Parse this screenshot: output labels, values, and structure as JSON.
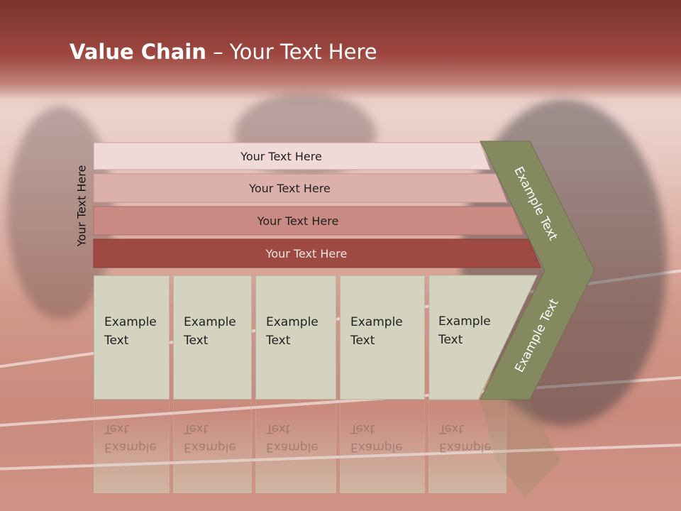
{
  "slide": {
    "title_bold": "Value Chain",
    "title_rest": " – Your Text Here",
    "side_label": "Your Text Here"
  },
  "rows": [
    {
      "label": "Your Text Here",
      "color": "#f0dad8"
    },
    {
      "label": "Your Text Here",
      "color": "#ddb1ab"
    },
    {
      "label": "Your Text Here",
      "color": "#c98a83"
    },
    {
      "label": "Your Text Here",
      "color": "#9e4a43"
    }
  ],
  "boxes": [
    {
      "line1": "Example",
      "line2": "Text"
    },
    {
      "line1": "Example",
      "line2": "Text"
    },
    {
      "line1": "Example",
      "line2": "Text"
    },
    {
      "line1": "Example",
      "line2": "Text"
    },
    {
      "line1": "Example",
      "line2": "Text"
    }
  ],
  "chevron": {
    "upper_text": "Example Text",
    "lower_text": "Example Text",
    "color": "#858960"
  }
}
